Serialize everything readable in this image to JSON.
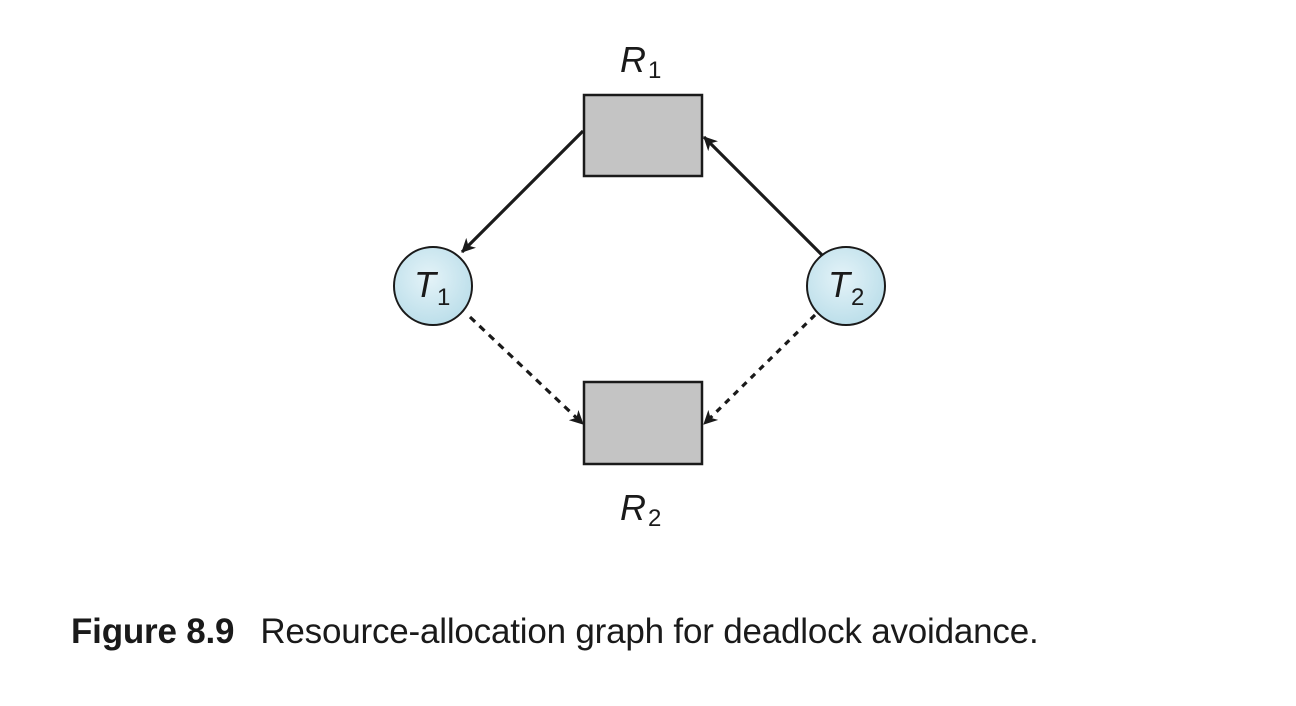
{
  "nodes": {
    "r1": {
      "letter": "R",
      "sub": "1"
    },
    "r2": {
      "letter": "R",
      "sub": "2"
    },
    "t1": {
      "letter": "T",
      "sub": "1"
    },
    "t2": {
      "letter": "T",
      "sub": "2"
    }
  },
  "caption": {
    "number": "Figure 8.9",
    "text": "Resource-allocation graph for deadlock avoidance."
  },
  "colors": {
    "resource_fill": "#c4c4c4",
    "thread_fill": "#cfe8f0",
    "stroke": "#1a1a1a"
  }
}
